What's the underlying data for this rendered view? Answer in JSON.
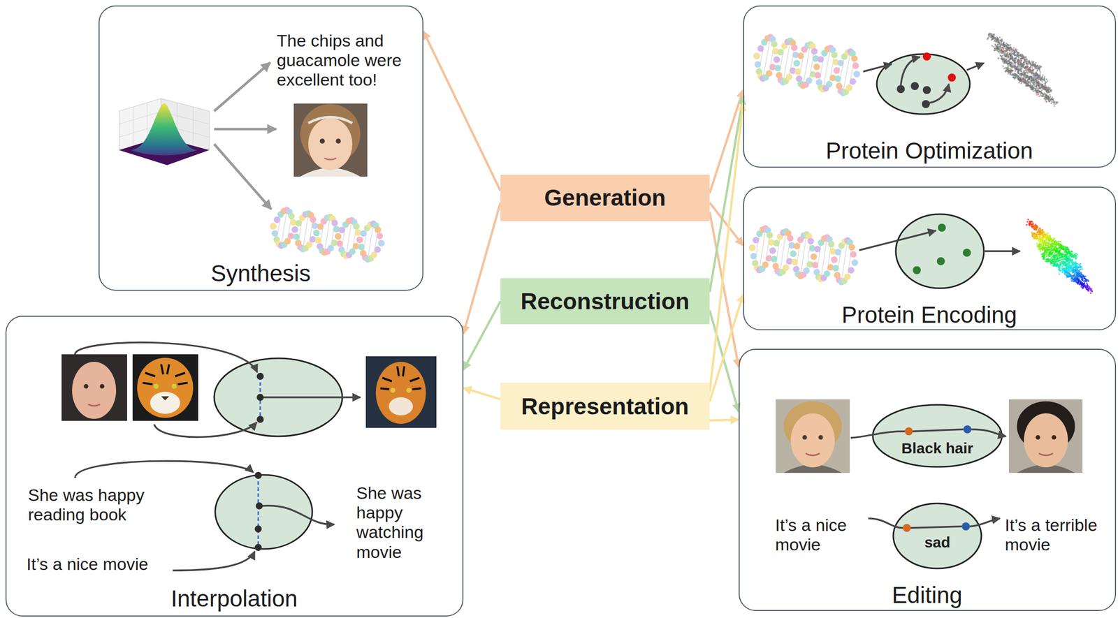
{
  "diagram": {
    "nodes": [
      {
        "text": [
          "The chips and guacamole were excellent too!",
          "Synthesis"
        ]
      },
      {
        "text": [
          "She was happy reading book",
          "It’s a nice movie",
          "She was happy watching movie",
          "Interpolation"
        ]
      },
      {
        "text": [
          "Generation"
        ]
      },
      {
        "text": [
          "Reconstruction"
        ]
      },
      {
        "text": [
          "Representation"
        ]
      },
      {
        "text": [
          "Protein Optimization"
        ]
      },
      {
        "text": [
          "Protein Encoding"
        ]
      },
      {
        "text": [
          "It’s a nice movie",
          "It’s a terrible movie",
          "Editing"
        ]
      },
      {
        "text": [
          "Black hair"
        ],
        "in": 7
      },
      {
        "text": [
          "sad"
        ],
        "in": 7
      }
    ],
    "edges": [
      {
        "from": 2,
        "to": 0,
        "arrow": "to"
      },
      {
        "from": 2,
        "to": 1,
        "arrow": "to"
      },
      {
        "from": 2,
        "to": 5,
        "arrow": "to"
      },
      {
        "from": 2,
        "to": 6,
        "arrow": "to"
      },
      {
        "from": 2,
        "to": 7,
        "arrow": "to"
      },
      {
        "from": 3,
        "to": 1,
        "arrow": "to"
      },
      {
        "from": 3,
        "to": 5,
        "arrow": "to"
      },
      {
        "from": 3,
        "to": 7,
        "arrow": "to"
      },
      {
        "from": 4,
        "to": 1,
        "arrow": "to"
      },
      {
        "from": 4,
        "to": 5,
        "arrow": "to"
      },
      {
        "from": 4,
        "to": 6,
        "arrow": "to"
      },
      {
        "from": 4,
        "to": 7,
        "arrow": "to"
      }
    ]
  }
}
